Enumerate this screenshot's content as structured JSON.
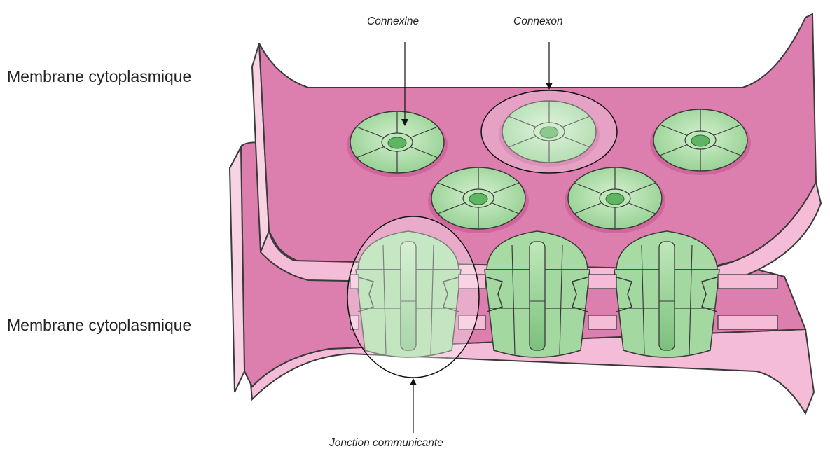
{
  "labels": {
    "membrane_top": "Membrane cytoplasmique",
    "membrane_bottom": "Membrane cytoplasmique",
    "connexine": "Connexine",
    "connexon": "Connexon",
    "jonction": "Jonction communicante"
  },
  "colors": {
    "membrane": "#dd7fae",
    "membrane_dark": "#c95d95",
    "membrane_edge": "#f6c6dc",
    "connexon_fill": "#a3d9a0",
    "connexon_light": "#c9ecc4",
    "connexon_center": "#5fb564",
    "outline": "#3a3a3a"
  }
}
